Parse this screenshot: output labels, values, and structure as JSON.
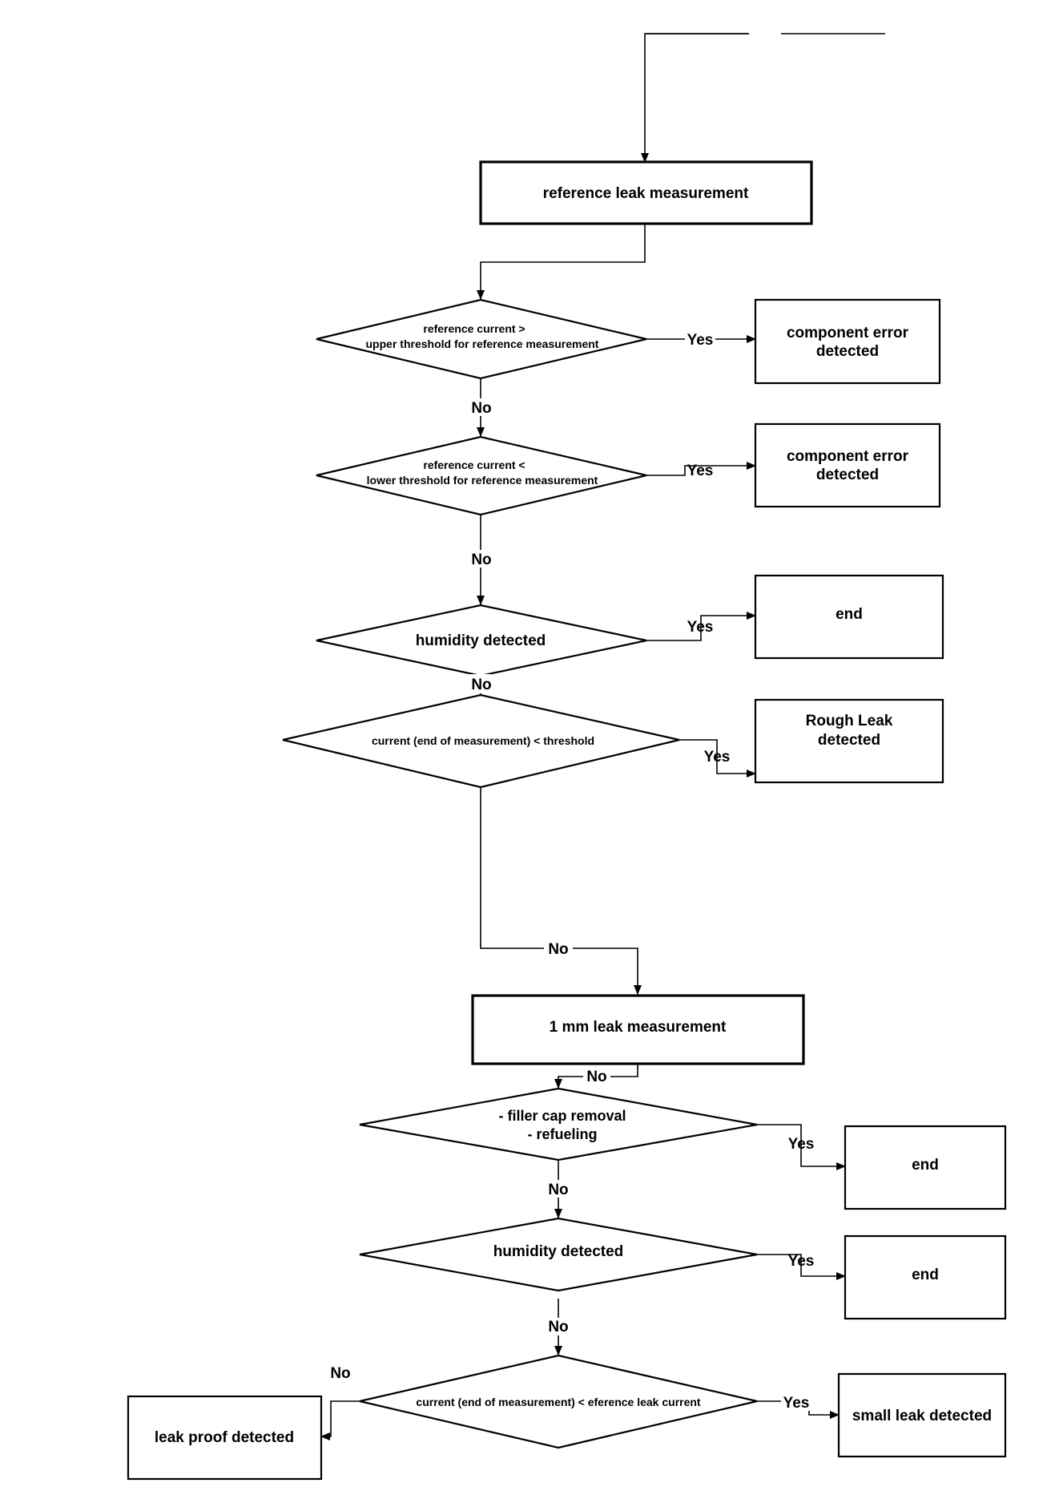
{
  "boxes": {
    "ref_leak_measurement": "reference leak measurement",
    "component_error_1": [
      "component error",
      "detected"
    ],
    "component_error_2": [
      "component error",
      "detected"
    ],
    "end_1": "end",
    "rough_leak": [
      "Rough Leak",
      "detected"
    ],
    "mm_leak_measurement": "1 mm leak measurement",
    "end_2": "end",
    "end_3": "end",
    "small_leak": "small leak detected",
    "leak_proof": "leak proof detected"
  },
  "decisions": {
    "upper_threshold": [
      "reference current  >",
      "upper threshold for reference measurement"
    ],
    "lower_threshold": [
      "reference current  <",
      "lower threshold for reference measurement"
    ],
    "humidity_1": "humidity detected",
    "current_threshold": "current (end of measurement)  <  threshold",
    "filler_cap": [
      "- filler cap removal",
      "- refueling"
    ],
    "humidity_2": "humidity detected",
    "current_ref_leak": "current (end of measurement)  <    eference leak current"
  },
  "labels": {
    "yes": "Yes",
    "no": "No"
  }
}
